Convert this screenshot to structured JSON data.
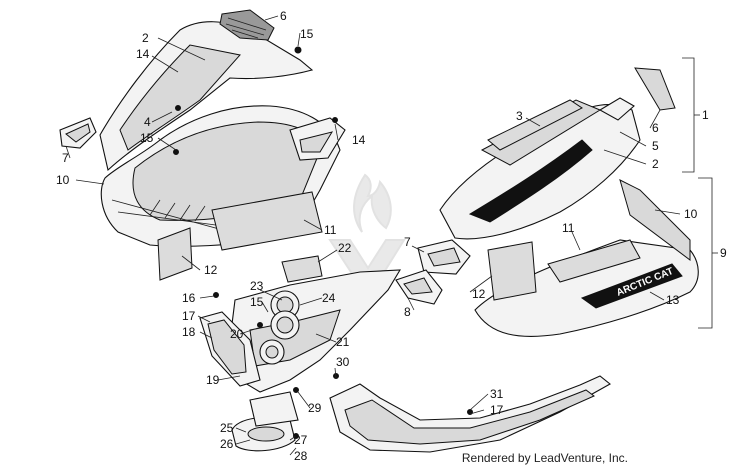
{
  "credit": "Rendered by LeadVenture, Inc.",
  "decal_text": "ARCTIC CAT",
  "callouts": {
    "c1": "1",
    "c2a": "2",
    "c2b": "2",
    "c3": "3",
    "c4": "4",
    "c5": "5",
    "c6a": "6",
    "c6b": "6",
    "c7a": "7",
    "c7b": "7",
    "c8": "8",
    "c9": "9",
    "c10a": "10",
    "c10b": "10",
    "c11a": "11",
    "c11b": "11",
    "c12a": "12",
    "c12b": "12",
    "c13": "13",
    "c14a": "14",
    "c14b": "14",
    "c15a": "15",
    "c15b": "15",
    "c15c": "15",
    "c16": "16",
    "c17a": "17",
    "c17b": "17",
    "c18": "18",
    "c19": "19",
    "c20": "20",
    "c21": "21",
    "c22": "22",
    "c23": "23",
    "c24": "24",
    "c25": "25",
    "c26": "26",
    "c27": "27",
    "c28": "28",
    "c29": "29",
    "c30": "30",
    "c31": "31"
  }
}
